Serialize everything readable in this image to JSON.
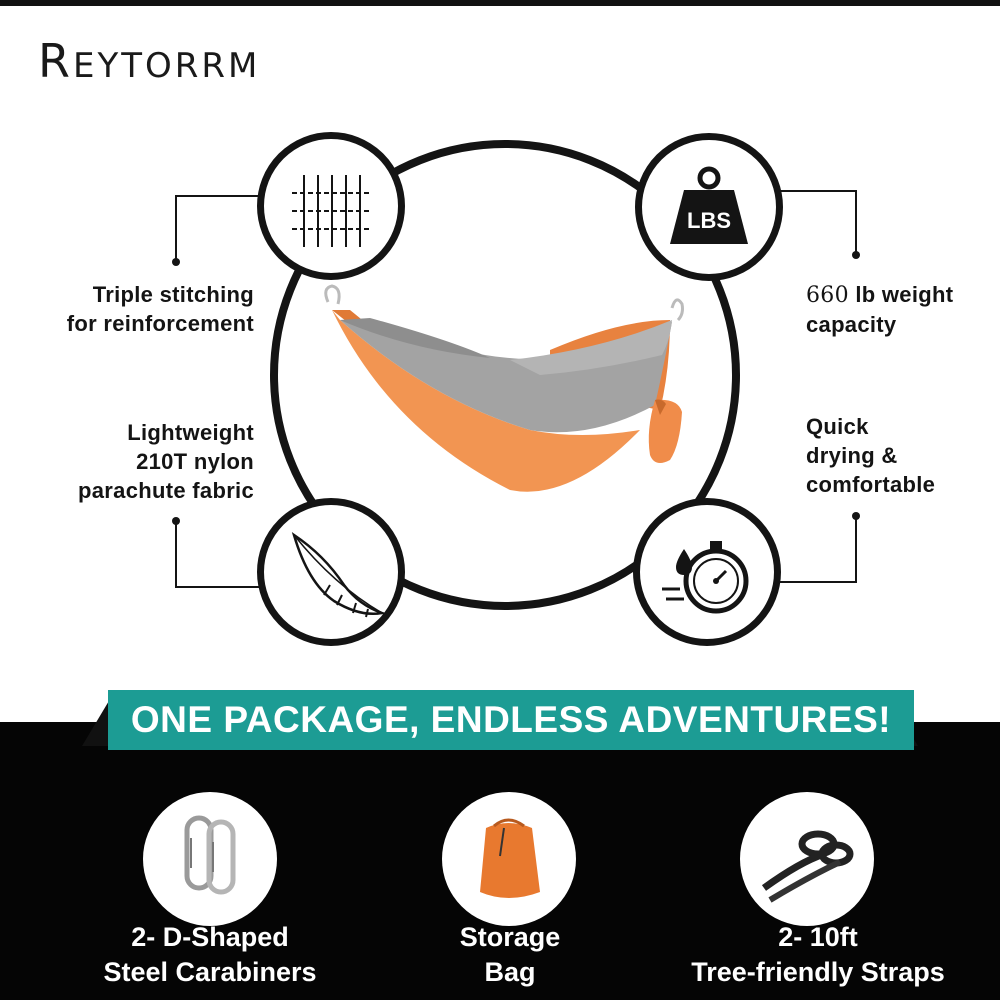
{
  "brand": {
    "name": "Reytorrm",
    "first_letter": "R",
    "rest": "EYTORRM"
  },
  "features": [
    {
      "id": "stitching",
      "line1": "Triple stitching",
      "line2": "for reinforcement",
      "icon": "stitching-grid-icon"
    },
    {
      "id": "weight",
      "number": "660",
      "line1_rest": " lb weight",
      "line2": "capacity",
      "icon": "weight-lbs-icon",
      "icon_text": "LBS"
    },
    {
      "id": "fabric",
      "line1": "Lightweight",
      "line2": "210T nylon",
      "line3": "parachute fabric",
      "icon": "feather-icon"
    },
    {
      "id": "drying",
      "line1": "Quick",
      "line2": "drying &",
      "line3": "comfortable",
      "icon": "stopwatch-drop-icon"
    }
  ],
  "banner": {
    "text": "ONE PACKAGE, ENDLESS ADVENTURES!"
  },
  "accessories": [
    {
      "line1": "2- D-Shaped",
      "line2": "Steel Carabiners",
      "icon": "carabiner-icon"
    },
    {
      "line1": "Storage",
      "line2": "Bag",
      "icon": "storage-bag-icon"
    },
    {
      "line1": "2- 10ft",
      "line2": "Tree-friendly Straps",
      "icon": "straps-icon"
    }
  ],
  "colors": {
    "ink": "#141414",
    "banner": "#1c9c94",
    "hammock_orange": "#f08c4a",
    "hammock_gray": "#a3a3a3"
  }
}
